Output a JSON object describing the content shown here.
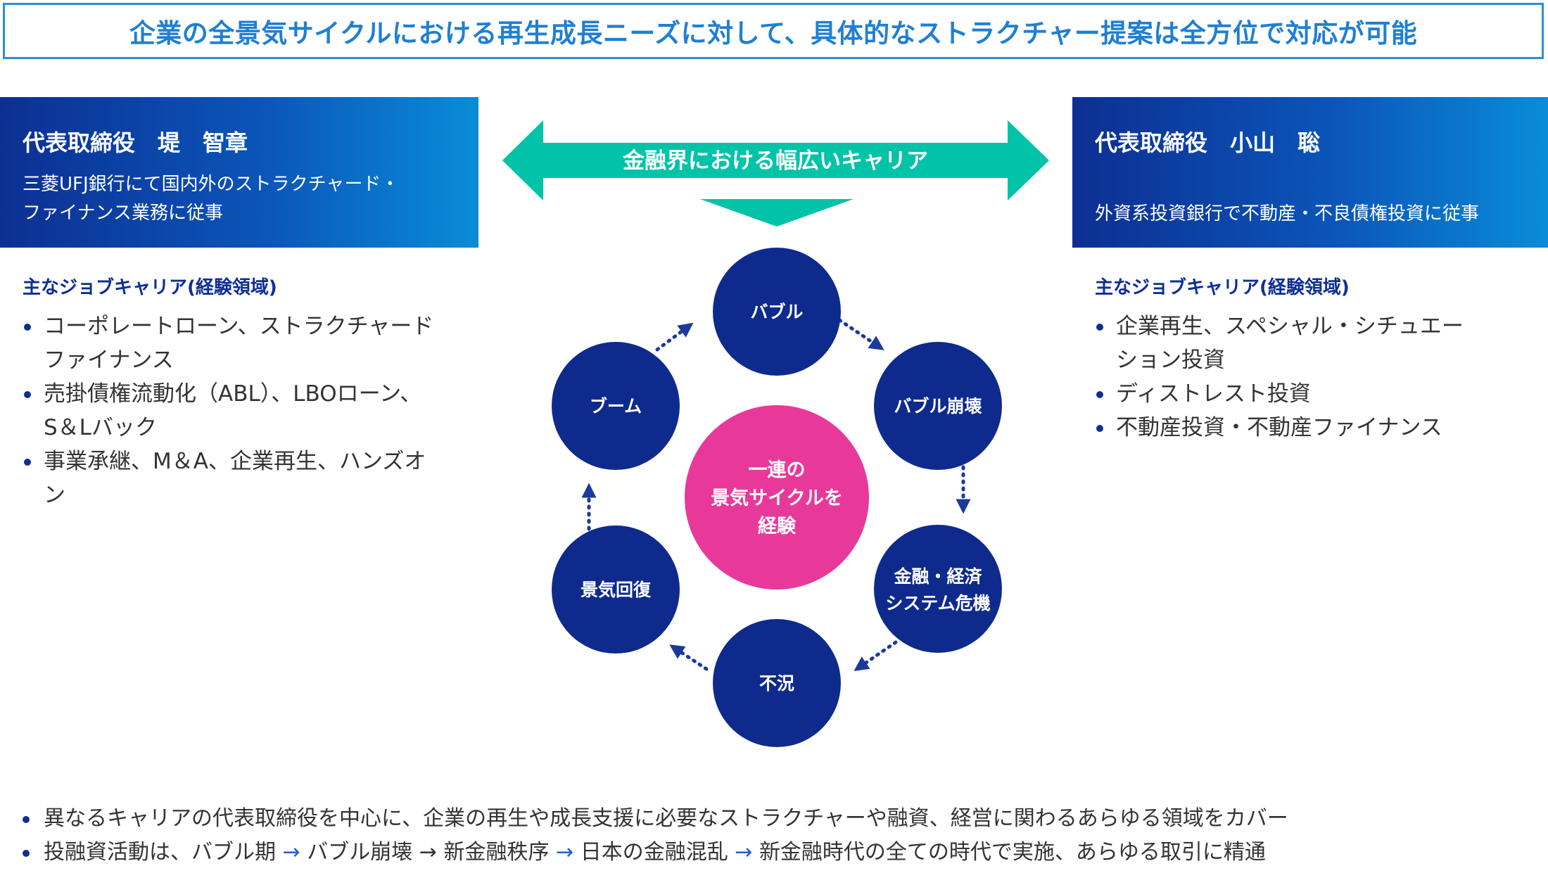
{
  "banner": {
    "text": "企業の全景気サイクルにおける再生成長ニーズに対して、具体的なストラクチャー提案は全方位で対応が可能"
  },
  "left_exec": {
    "name": "代表取締役　堤　智章",
    "desc_line1": "三菱UFJ銀行にて国内外のストラクチャード・",
    "desc_line2": "ファイナンス業務に従事",
    "career_heading": "主なジョブキャリア(経験領域)",
    "careers": [
      {
        "line1": "コーポレートローン、ストラクチャード",
        "line2": "ファイナンス"
      },
      {
        "line1": "売掛債権流動化（ABL）、LBOローン、",
        "line2": "S＆Lバック"
      },
      {
        "line1": "事業承継、M＆A、企業再生、ハンズオ",
        "line2": "ン"
      }
    ]
  },
  "right_exec": {
    "name": "代表取締役　小山　聡",
    "desc_line1": "外資系投資銀行で不動産・不良債権投資に従事",
    "career_heading": "主なジョブキャリア(経験領域)",
    "careers": [
      {
        "line1": "企業再生、スペシャル・シチュエー",
        "line2": "ション投資"
      },
      {
        "line1": "ディストレスト投資",
        "line2": ""
      },
      {
        "line1": "不動産投資・不動産ファイナンス",
        "line2": ""
      }
    ]
  },
  "diagram": {
    "arrow_label": "金融界における幅広いキャリア",
    "center_line1": "一連の",
    "center_line2": "景気サイクルを",
    "center_line3": "経験",
    "cycle": {
      "bubble": "バブル",
      "collapse": "バブル崩壊",
      "crisis_line1": "金融・経済",
      "crisis_line2": "システム危機",
      "recession": "不況",
      "recovery": "景気回復",
      "boom": "ブーム"
    },
    "colors": {
      "circle": "#0e2a8c",
      "center": "#e8399b",
      "arrow": "#00c3a8"
    }
  },
  "footer": {
    "line1": "異なるキャリアの代表取締役を中心に、企業の再生や成長支援に必要なストラクチャーや融資、経営に関わるあらゆる領域をカバー",
    "line2_a": "投融資活動は、バブル期",
    "line2_b": "バブル崩壊",
    "line2_c": "新金融秩序",
    "line2_d": "日本の金融混乱",
    "line2_e": "新金融時代の全ての時代で実施、あらゆる取引に精通",
    "arrow": "→"
  }
}
